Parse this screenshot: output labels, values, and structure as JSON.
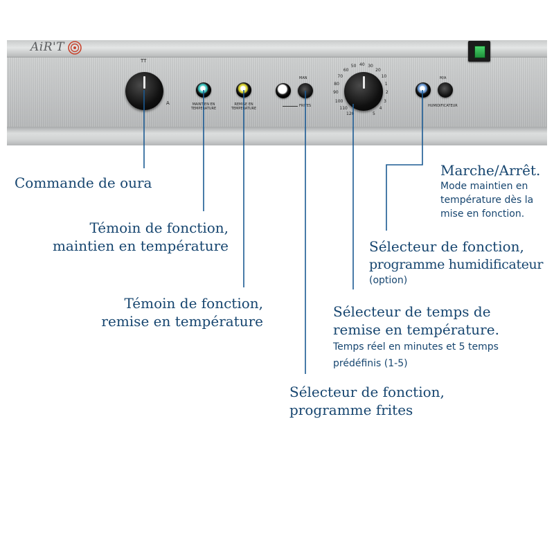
{
  "panel": {
    "brand": "AiR'T",
    "knob_top_mark": "TT",
    "knob_side_mark": "A",
    "maintien_caption": "MAINTIEN EN TEMPERATURE",
    "remise_caption": "REMISE EN TEMPERATURE",
    "frites_top": "MAN",
    "frites_caption": "FRITES",
    "humid_top": "M/A",
    "humid_caption": "HUMIDIFICATEUR",
    "dial_numbers": [
      "120",
      "110",
      "100",
      "90",
      "80",
      "70",
      "60",
      "50",
      "40",
      "30",
      "20",
      "10",
      "1",
      "2",
      "3",
      "4",
      "5"
    ],
    "lamp_colors": {
      "maintien": "#3fc6c0",
      "remise": "#d8d230",
      "frites": "#ffffff",
      "humid": "#6f9ed8"
    },
    "switch_color": "#2fb24e"
  },
  "callouts": {
    "oura": {
      "title": "Commande de oura"
    },
    "maintien": {
      "line1": "Témoin de fonction,",
      "line2": "maintien en température"
    },
    "remise": {
      "line1": "Témoin de fonction,",
      "line2": "remise en température"
    },
    "frites": {
      "line1": "Sélecteur de fonction,",
      "line2": "programme frites"
    },
    "temps": {
      "line1": "Sélecteur de temps de",
      "line2": "remise en température.",
      "sub1": "Temps réel en minutes et 5 temps",
      "sub2": "prédéfinis (1-5)"
    },
    "humid": {
      "line1": "Sélecteur de fonction,",
      "line2": "programme humidificateur",
      "sub1": "(option)"
    },
    "marche": {
      "title": "Marche/Arrêt.",
      "sub1": "Mode maintien en",
      "sub2": "température dès la",
      "sub3": "mise en fonction."
    }
  },
  "colors": {
    "callout_text": "#16456f",
    "leader_line": "#1b5a93"
  }
}
